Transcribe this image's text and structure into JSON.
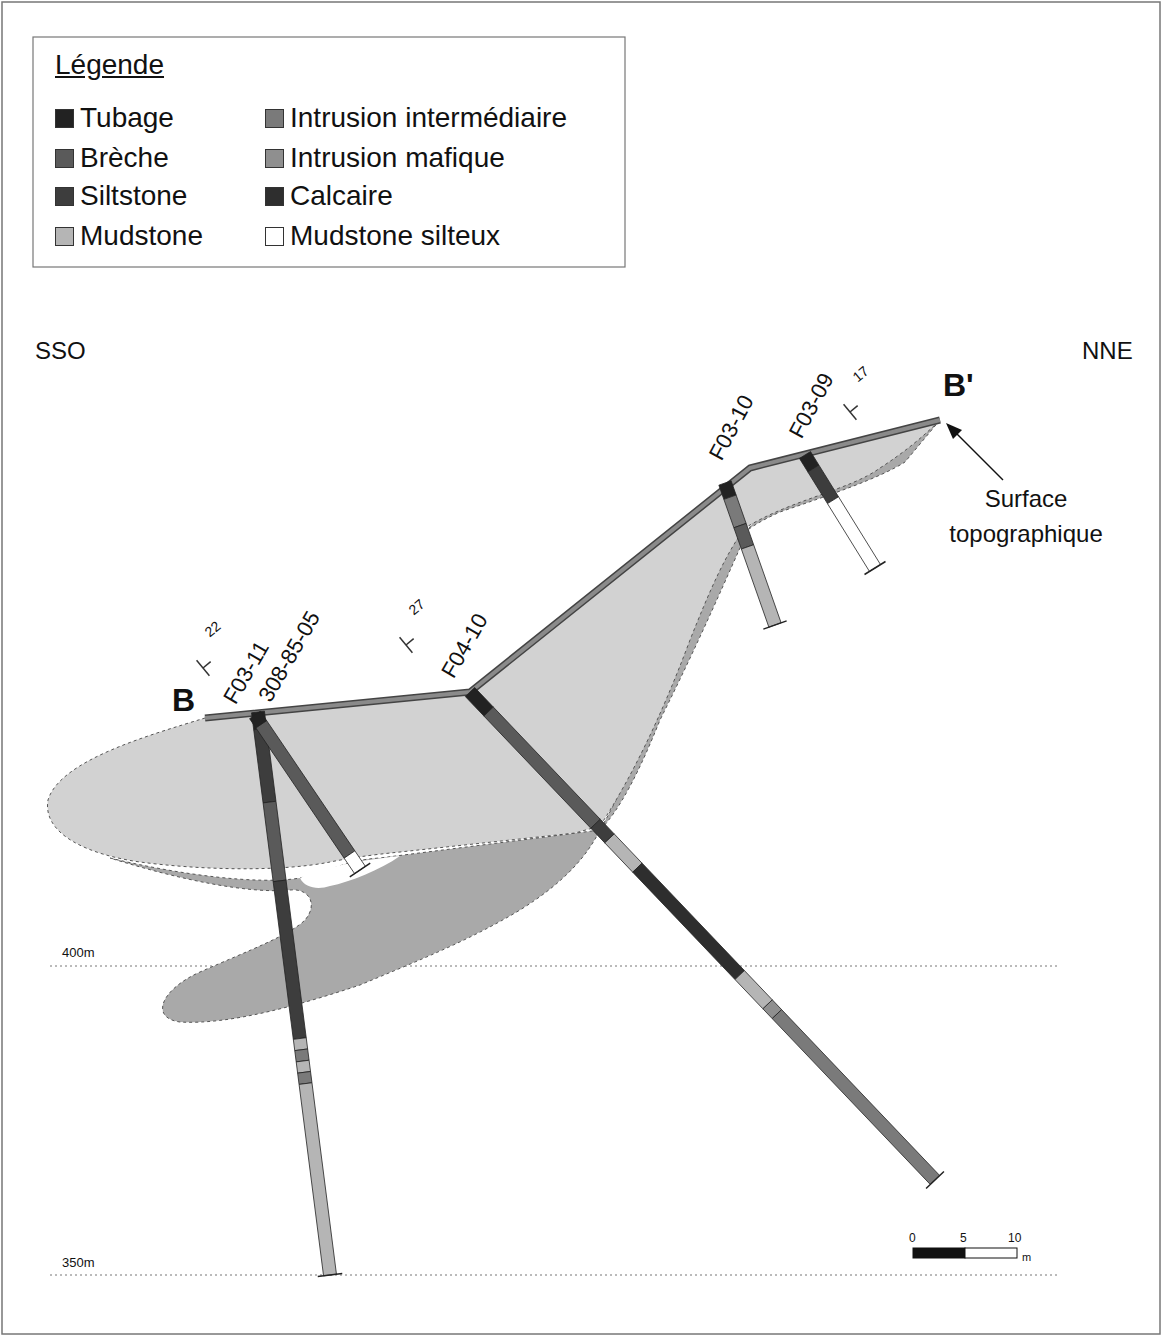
{
  "diagram": {
    "labels": [
      "Légende",
      "SSO",
      "NNE",
      "B",
      "B'",
      "F03-10",
      "F03-09",
      "F03-11",
      "308-85-05",
      "F04-10",
      "Surface topographique",
      "22",
      "27",
      "17",
      "400m",
      "350m",
      "0",
      "5",
      "10",
      "m"
    ],
    "legend": [
      {
        "text": "Tubage",
        "color": "#222222"
      },
      {
        "text": "Brèche",
        "color": "#5a5a5a"
      },
      {
        "text": "Siltstone",
        "color": "#3d3d3d"
      },
      {
        "text": "Mudstone",
        "color": "#b5b5b5"
      },
      {
        "text": "Intrusion intermédiaire",
        "color": "#7a7a7a"
      },
      {
        "text": "Intrusion mafique",
        "color": "#8f8f8f"
      },
      {
        "text": "Calcaire",
        "color": "#2e2e2e"
      },
      {
        "text": "Mudstone silteux",
        "color": "#ffffff"
      }
    ]
  }
}
